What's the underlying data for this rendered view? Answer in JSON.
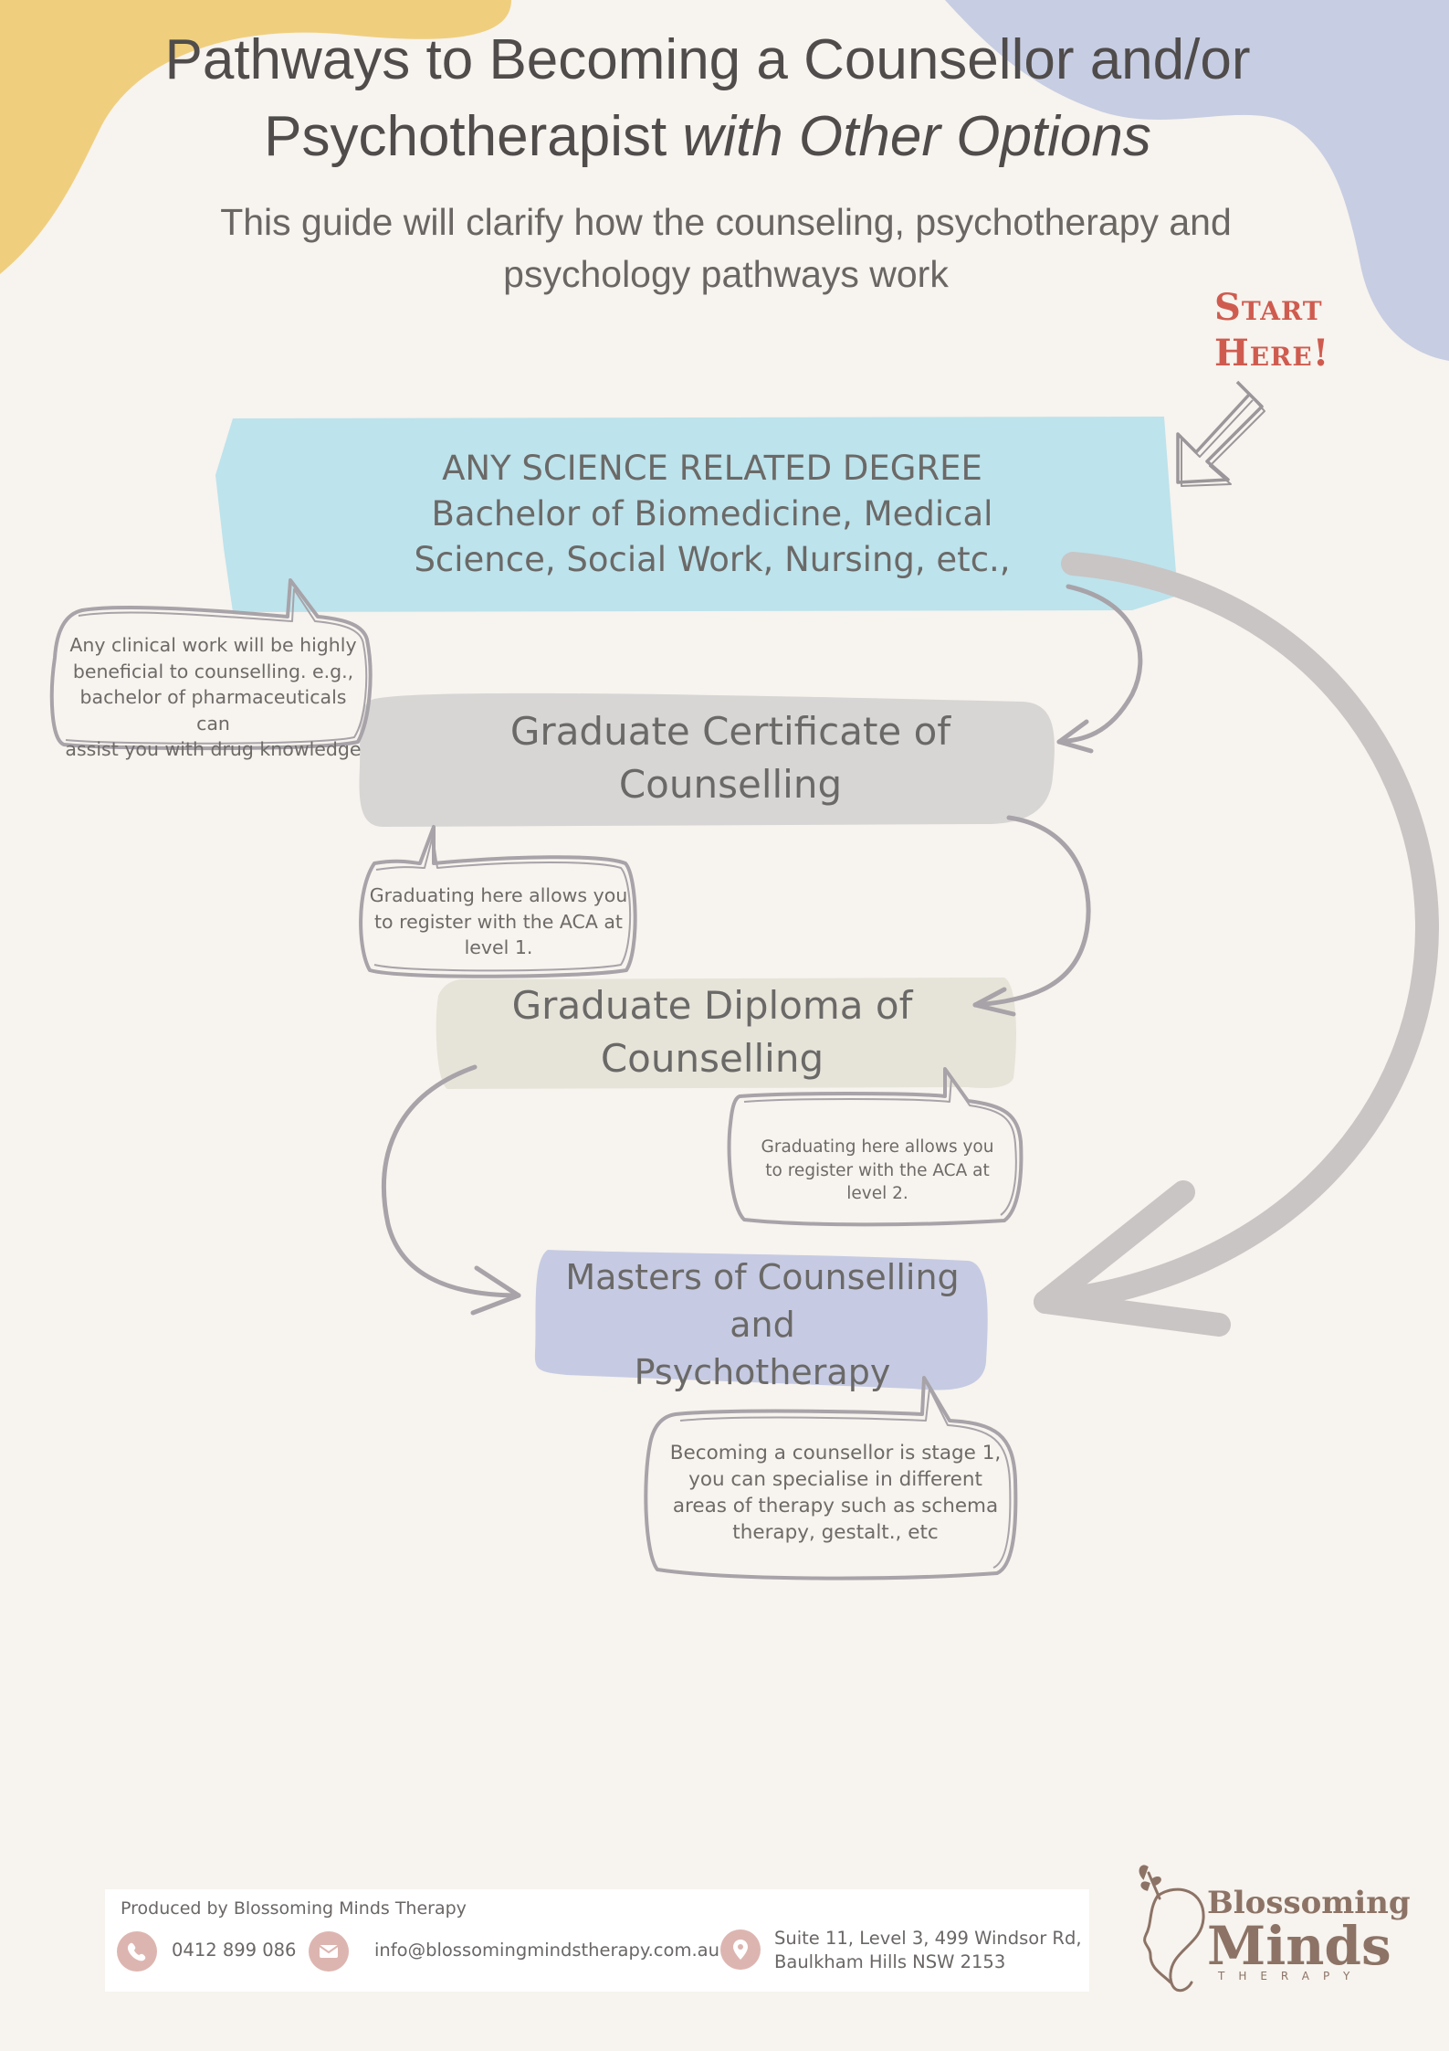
{
  "header": {
    "title_line1": "Pathways to Becoming a Counsellor and/or",
    "title_line2_plain": "Psychotherapist ",
    "title_line2_italic": "with Other Options",
    "subtitle_line1": "This guide will clarify how the counseling, psychotherapy and",
    "subtitle_line2": "psychology pathways work",
    "start_line1": "Start",
    "start_line2": "Here!"
  },
  "steps": [
    {
      "line1": "ANY SCIENCE RELATED DEGREE",
      "line2": "Bachelor of Biomedicine, Medical",
      "line3": "Science, Social Work, Nursing, etc.,",
      "color": "#bde3ec"
    },
    {
      "line1": "Graduate Certificate of",
      "line2": "Counselling",
      "color": "#d7d6d5"
    },
    {
      "line1": "Graduate Diploma of",
      "line2": "Counselling",
      "color": "#e6e4d9"
    },
    {
      "line1": "Masters of Counselling and",
      "line2": "Psychotherapy",
      "color": "#c6cbe3"
    }
  ],
  "notes": [
    {
      "line1": "Any clinical work will be highly",
      "line2": "beneficial to counselling. e.g.,",
      "line3": "bachelor of pharmaceuticals can",
      "line4": "assist you with drug knowledge"
    },
    {
      "line1": "Graduating here allows you",
      "line2": "to register with the ACA at",
      "line3": "level 1."
    },
    {
      "line1": "Graduating here allows you",
      "line2": "to register with the ACA at",
      "line3": "level 2."
    },
    {
      "line1": "Becoming a counsellor is stage 1,",
      "line2": "you can specialise in different",
      "line3": "areas of therapy such as schema",
      "line4": "therapy, gestalt., etc"
    }
  ],
  "footer": {
    "produced_by": "Produced by Blossoming Minds Therapy",
    "phone": "0412 899 086",
    "email": "info@blossomingmindstherapy.com.au",
    "address_line1": "Suite 11, Level 3, 499 Windsor Rd,",
    "address_line2": "Baulkham Hills  NSW 2153",
    "phone_icon": "phone-icon",
    "email_icon": "envelope-icon",
    "location_icon": "location-pin-icon"
  },
  "logo": {
    "word1": "Blossoming",
    "word2": "Minds",
    "word3": "THERAPY"
  },
  "colors": {
    "background": "#f7f3ee",
    "blob_yellow": "#efcf7e",
    "blob_lavender": "#c7cde2",
    "start_red": "#cf5b4f",
    "arrow_gray": "#a7a3a8",
    "big_arrow_gray": "#c9c5c5",
    "icon_pink": "#ddb5b0"
  }
}
